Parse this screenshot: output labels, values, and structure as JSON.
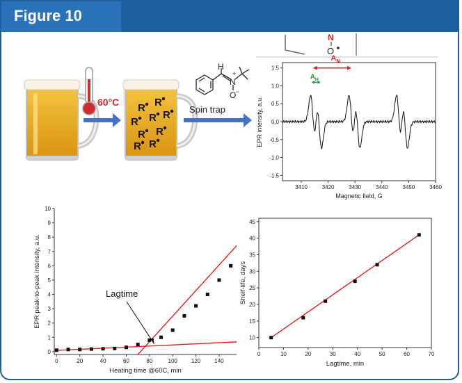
{
  "figure": {
    "title": "Figure 10"
  },
  "top": {
    "temperature": "60°C",
    "radical_label": "R",
    "spin_trap_label": "Spin trap",
    "molecule": {
      "h": "H",
      "n": "N",
      "plus": "+",
      "o": "O",
      "minus": "−"
    },
    "snippet": {
      "n": "N",
      "o": "O",
      "an": "A",
      "an_sub": "N"
    },
    "ah": "A",
    "ah_sub": "H"
  },
  "chart_data": [
    {
      "type": "line",
      "title": "",
      "xlabel": "Magnetic field, G",
      "ylabel": "EPR intensity, a.u.",
      "xlim": [
        3403,
        3460
      ],
      "ylim": [
        -1.65,
        1.65
      ],
      "xticks": [
        3410,
        3420,
        3430,
        3440,
        3450,
        3460
      ],
      "yticks": [
        -1.5,
        -1.0,
        -0.5,
        0.0,
        0.5,
        1.0,
        1.5
      ],
      "lines": [
        {
          "center": 3415.5,
          "amp": 1.45
        },
        {
          "center": 3429.8,
          "amp": 1.45
        },
        {
          "center": 3447.5,
          "amp": 1.45
        }
      ],
      "hyperfine_h": 2.3
    },
    {
      "type": "scatter",
      "title": "",
      "xlabel": "Heating time @60C, min",
      "ylabel": "EPR peak-to-peak intensity, a.u.",
      "xlim": [
        -2,
        155
      ],
      "ylim": [
        -0.2,
        10
      ],
      "xticks": [
        0,
        20,
        40,
        60,
        80,
        100,
        120,
        140
      ],
      "yticks": [
        0,
        1,
        2,
        3,
        4,
        5,
        6,
        7,
        8,
        9,
        10
      ],
      "points": [
        [
          0,
          0.1
        ],
        [
          10,
          0.15
        ],
        [
          20,
          0.15
        ],
        [
          30,
          0.18
        ],
        [
          40,
          0.2
        ],
        [
          50,
          0.22
        ],
        [
          60,
          0.3
        ],
        [
          70,
          0.5
        ],
        [
          80,
          0.8
        ],
        [
          90,
          1.0
        ],
        [
          100,
          1.5
        ],
        [
          110,
          2.5
        ],
        [
          120,
          3.2
        ],
        [
          130,
          4.0
        ],
        [
          140,
          5.0
        ],
        [
          150,
          6.0
        ]
      ],
      "fit_lines": [
        {
          "x1": -2,
          "y1": 0.08,
          "x2": 155,
          "y2": 0.68
        },
        {
          "x1": 70,
          "y1": -0.2,
          "x2": 155,
          "y2": 7.4
        }
      ],
      "annotation": "Lagtime"
    },
    {
      "type": "scatter",
      "title": "",
      "xlabel": "Lagtime, min",
      "ylabel": "Shelf-life, days",
      "xlim": [
        0,
        70
      ],
      "ylim": [
        7,
        46
      ],
      "xticks": [
        0,
        10,
        20,
        30,
        40,
        50,
        60,
        70
      ],
      "yticks": [
        10,
        15,
        20,
        25,
        30,
        35,
        40,
        45
      ],
      "points": [
        [
          5,
          10
        ],
        [
          18,
          16
        ],
        [
          27,
          21
        ],
        [
          39,
          27
        ],
        [
          48,
          32
        ],
        [
          65,
          41
        ]
      ],
      "fit_lines": [
        {
          "x1": 5,
          "y1": 10,
          "x2": 65,
          "y2": 41
        }
      ]
    }
  ]
}
